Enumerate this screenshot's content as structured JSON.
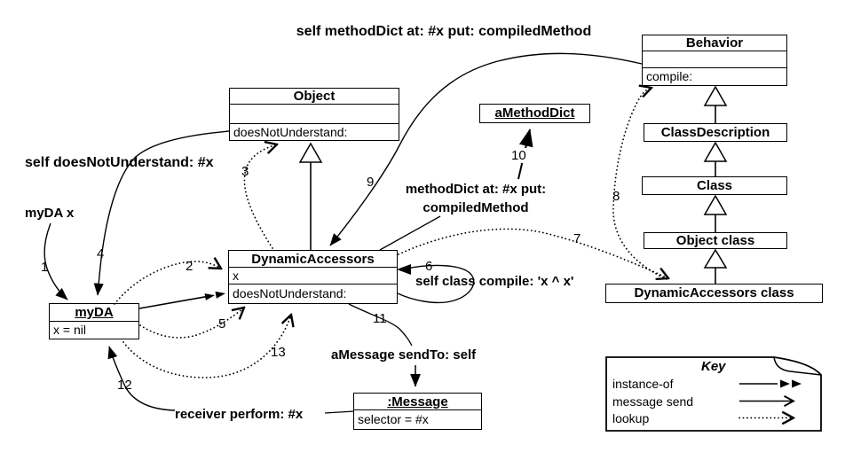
{
  "diagram": {
    "top_label": "self methodDict at: #x put: compiledMethod",
    "labels": {
      "self_dnu": "self doesNotUnderstand: #x",
      "myda_x": "myDA x",
      "methoddict_put_line1": "methodDict at: #x put:",
      "methoddict_put_line2": "compiledMethod",
      "self_class_compile": "self class compile: 'x ^ x'",
      "amessage_sendto": "aMessage sendTo: self",
      "receiver_perform": "receiver perform: #x"
    },
    "steps": {
      "s1": "1",
      "s2": "2",
      "s3": "3",
      "s4": "4",
      "s5": "5",
      "s6": "6",
      "s7": "7",
      "s8": "8",
      "s9": "9",
      "s10": "10",
      "s11": "11",
      "s12": "12",
      "s13": "13"
    },
    "boxes": {
      "object": {
        "title": "Object",
        "method": "doesNotUnderstand:"
      },
      "behavior": {
        "title": "Behavior",
        "method": "compile:"
      },
      "amethoddict": {
        "title": "aMethodDict"
      },
      "classdescription": {
        "title": "ClassDescription"
      },
      "class": {
        "title": "Class"
      },
      "objectclass": {
        "title": "Object class"
      },
      "dynamicaccessorsclass": {
        "title": "DynamicAccessors class"
      },
      "dynamicaccessors": {
        "title": "DynamicAccessors",
        "attr": "x",
        "method": "doesNotUnderstand:"
      },
      "myda": {
        "title": "myDA",
        "attr": "x = nil"
      },
      "message": {
        "title": ":Message",
        "attr": "selector = #x"
      }
    },
    "key": {
      "title": "Key",
      "items": [
        {
          "label": "instance-of",
          "type": "instance-of"
        },
        {
          "label": "message send",
          "type": "message-send"
        },
        {
          "label": "lookup",
          "type": "lookup"
        }
      ]
    }
  }
}
